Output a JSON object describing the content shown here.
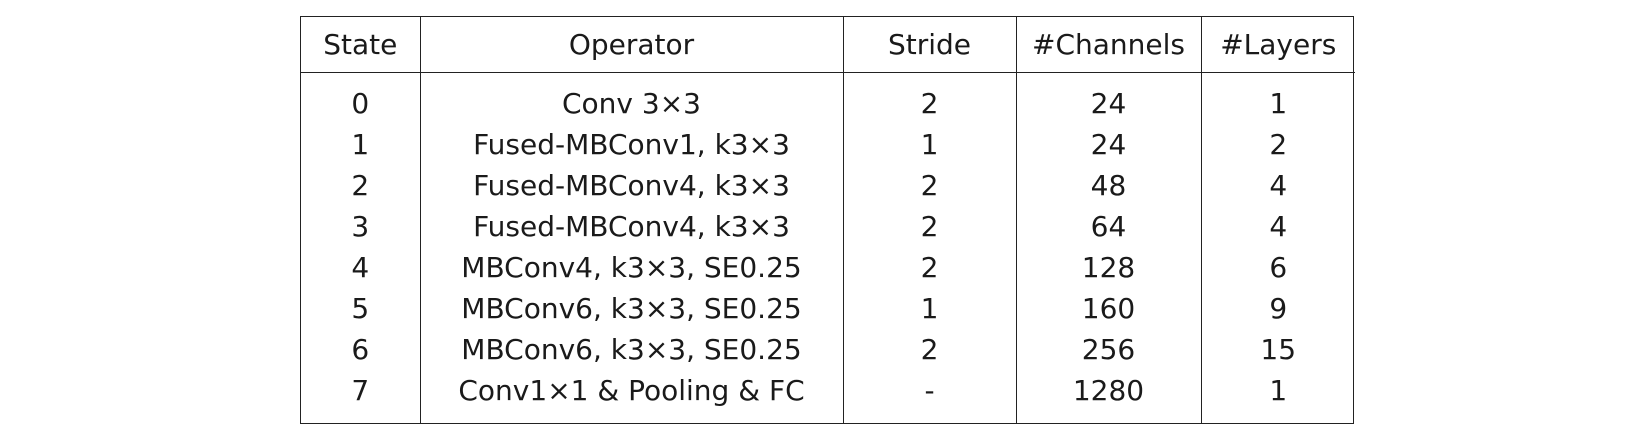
{
  "table": {
    "headers": [
      "State",
      "Operator",
      "Stride",
      "#Channels",
      "#Layers"
    ],
    "rows": [
      [
        "0",
        "Conv 3×3",
        "2",
        "24",
        "1"
      ],
      [
        "1",
        "Fused-MBConv1, k3×3",
        "1",
        "24",
        "2"
      ],
      [
        "2",
        "Fused-MBConv4, k3×3",
        "2",
        "48",
        "4"
      ],
      [
        "3",
        "Fused-MBConv4, k3×3",
        "2",
        "64",
        "4"
      ],
      [
        "4",
        "MBConv4, k3×3, SE0.25",
        "2",
        "128",
        "6"
      ],
      [
        "5",
        "MBConv6, k3×3, SE0.25",
        "1",
        "160",
        "9"
      ],
      [
        "6",
        "MBConv6, k3×3, SE0.25",
        "2",
        "256",
        "15"
      ],
      [
        "7",
        "Conv1×1 & Pooling & FC",
        "-",
        "1280",
        "1"
      ]
    ]
  }
}
